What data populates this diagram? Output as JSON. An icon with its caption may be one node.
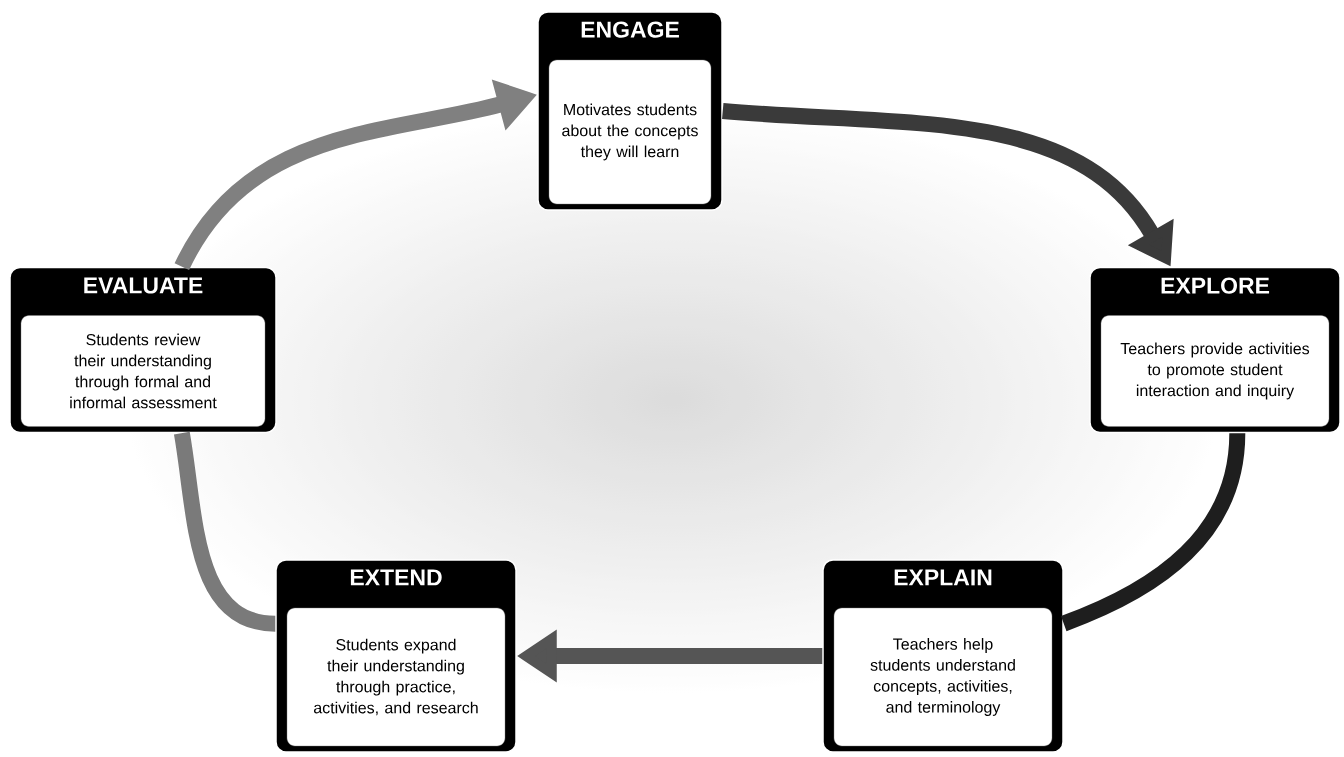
{
  "diagram": {
    "nodes": [
      {
        "text": [
          "ENGAGE",
          "Motivates students about the concepts they will learn"
        ]
      },
      {
        "text": [
          "EXPLORE",
          "Teachers provide activities to promote student interaction and inquiry"
        ]
      },
      {
        "text": [
          "EXPLAIN",
          "Teachers help students understand concepts, activities, and terminology"
        ]
      },
      {
        "text": [
          "EXTEND",
          "Students expand their understanding through practice, activities, and research"
        ]
      },
      {
        "text": [
          "EVALUATE",
          "Students review their understanding through formal and informal assessment"
        ]
      }
    ],
    "edges": [
      {
        "from": 0,
        "to": 1,
        "arrow": "to",
        "color": "#3a3a3a"
      },
      {
        "from": 1,
        "to": 2,
        "arrow": "none",
        "color": "#1e1e1e"
      },
      {
        "from": 2,
        "to": 3,
        "arrow": "to",
        "color": "#555555"
      },
      {
        "from": 3,
        "to": 4,
        "arrow": "none",
        "color": "#7a7a7a"
      },
      {
        "from": 4,
        "to": 0,
        "arrow": "to",
        "color": "#808080"
      }
    ]
  }
}
